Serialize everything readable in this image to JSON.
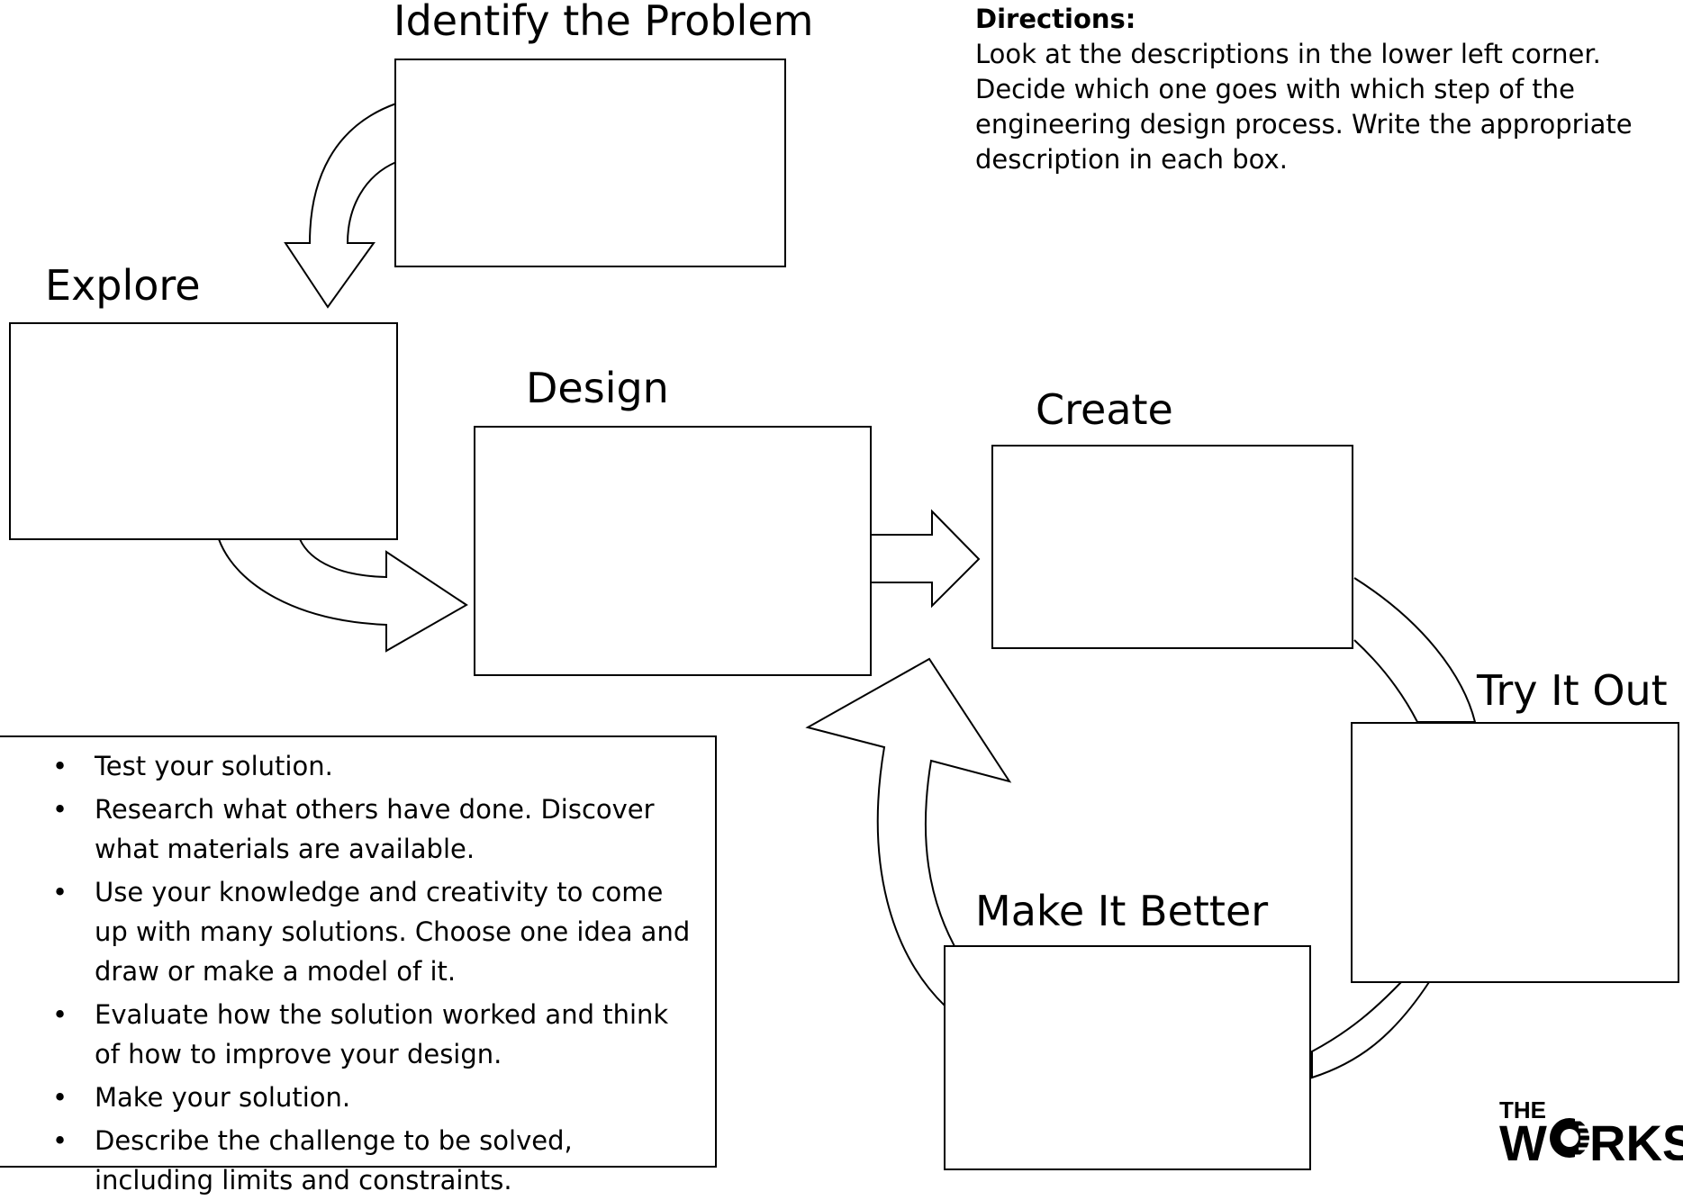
{
  "steps": {
    "identify": "Identify the Problem",
    "explore": "Explore",
    "design": "Design",
    "create": "Create",
    "try_it_out": "Try It Out",
    "make_it_better": "Make It Better"
  },
  "directions": {
    "title": "Directions:",
    "text": "Look at the descriptions in the lower left corner. Decide which one goes with which step of the engineering design process.  Write the appropriate description in each box."
  },
  "descriptions": [
    "Test your solution.",
    "Research what others have done.  Discover what materials are available.",
    "Use your knowledge and creativity to come up with many solutions.  Choose one idea and draw or make a model of it.",
    "Evaluate how the solution worked and think of how to improve your design.",
    "Make your solution.",
    "Describe the challenge to be solved, including limits and constraints."
  ],
  "logo": {
    "line1": "THE",
    "line2": "W",
    "line3": "RKS"
  },
  "bullet_glyph": "•"
}
